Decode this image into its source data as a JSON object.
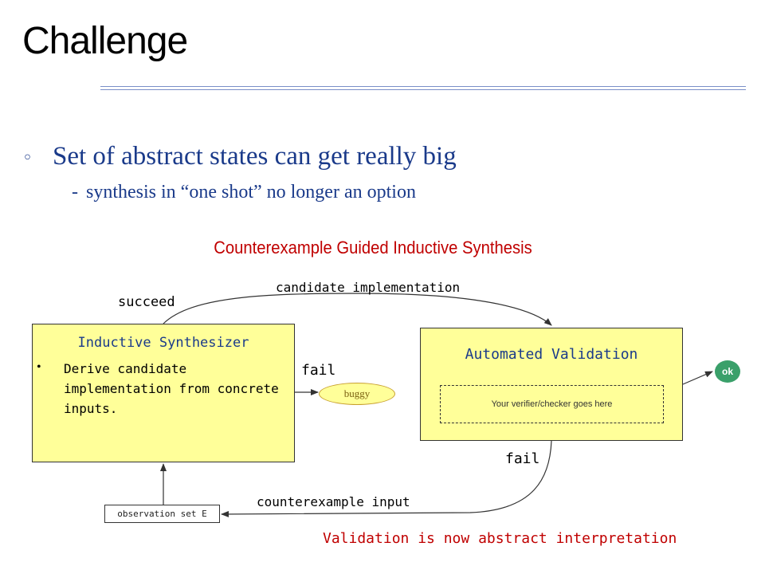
{
  "slide": {
    "title": "Challenge",
    "bullet": {
      "marker": "◦",
      "text": "Set of abstract states can get really big",
      "sub_marker": "-",
      "sub_text": "synthesis in “one shot” no longer an option"
    },
    "diagram_caption": "Counterexample Guided Inductive Synthesis",
    "synthesizer": {
      "title": "Inductive Synthesizer",
      "bullet_marker": "•",
      "description": "Derive candidate implementation from concrete inputs."
    },
    "validation": {
      "title": "Automated Validation",
      "verifier_text": "Your verifier/checker  goes here"
    },
    "nodes": {
      "buggy": "buggy",
      "ok": "ok",
      "observation_set": "observation set E"
    },
    "edges": {
      "succeed": "succeed",
      "candidate": "candidate implementation",
      "fail_synth": "fail",
      "fail_valid": "fail",
      "counterexample": "counterexample input"
    },
    "footer_note": "Validation is now abstract interpretation",
    "colors": {
      "title_text": "#000000",
      "bullet_text": "#1a3a8a",
      "caption_red": "#c00000",
      "box_fill": "#ffff99",
      "ok_fill": "#3aa06a",
      "rule_line": "#7a8fc8"
    }
  }
}
